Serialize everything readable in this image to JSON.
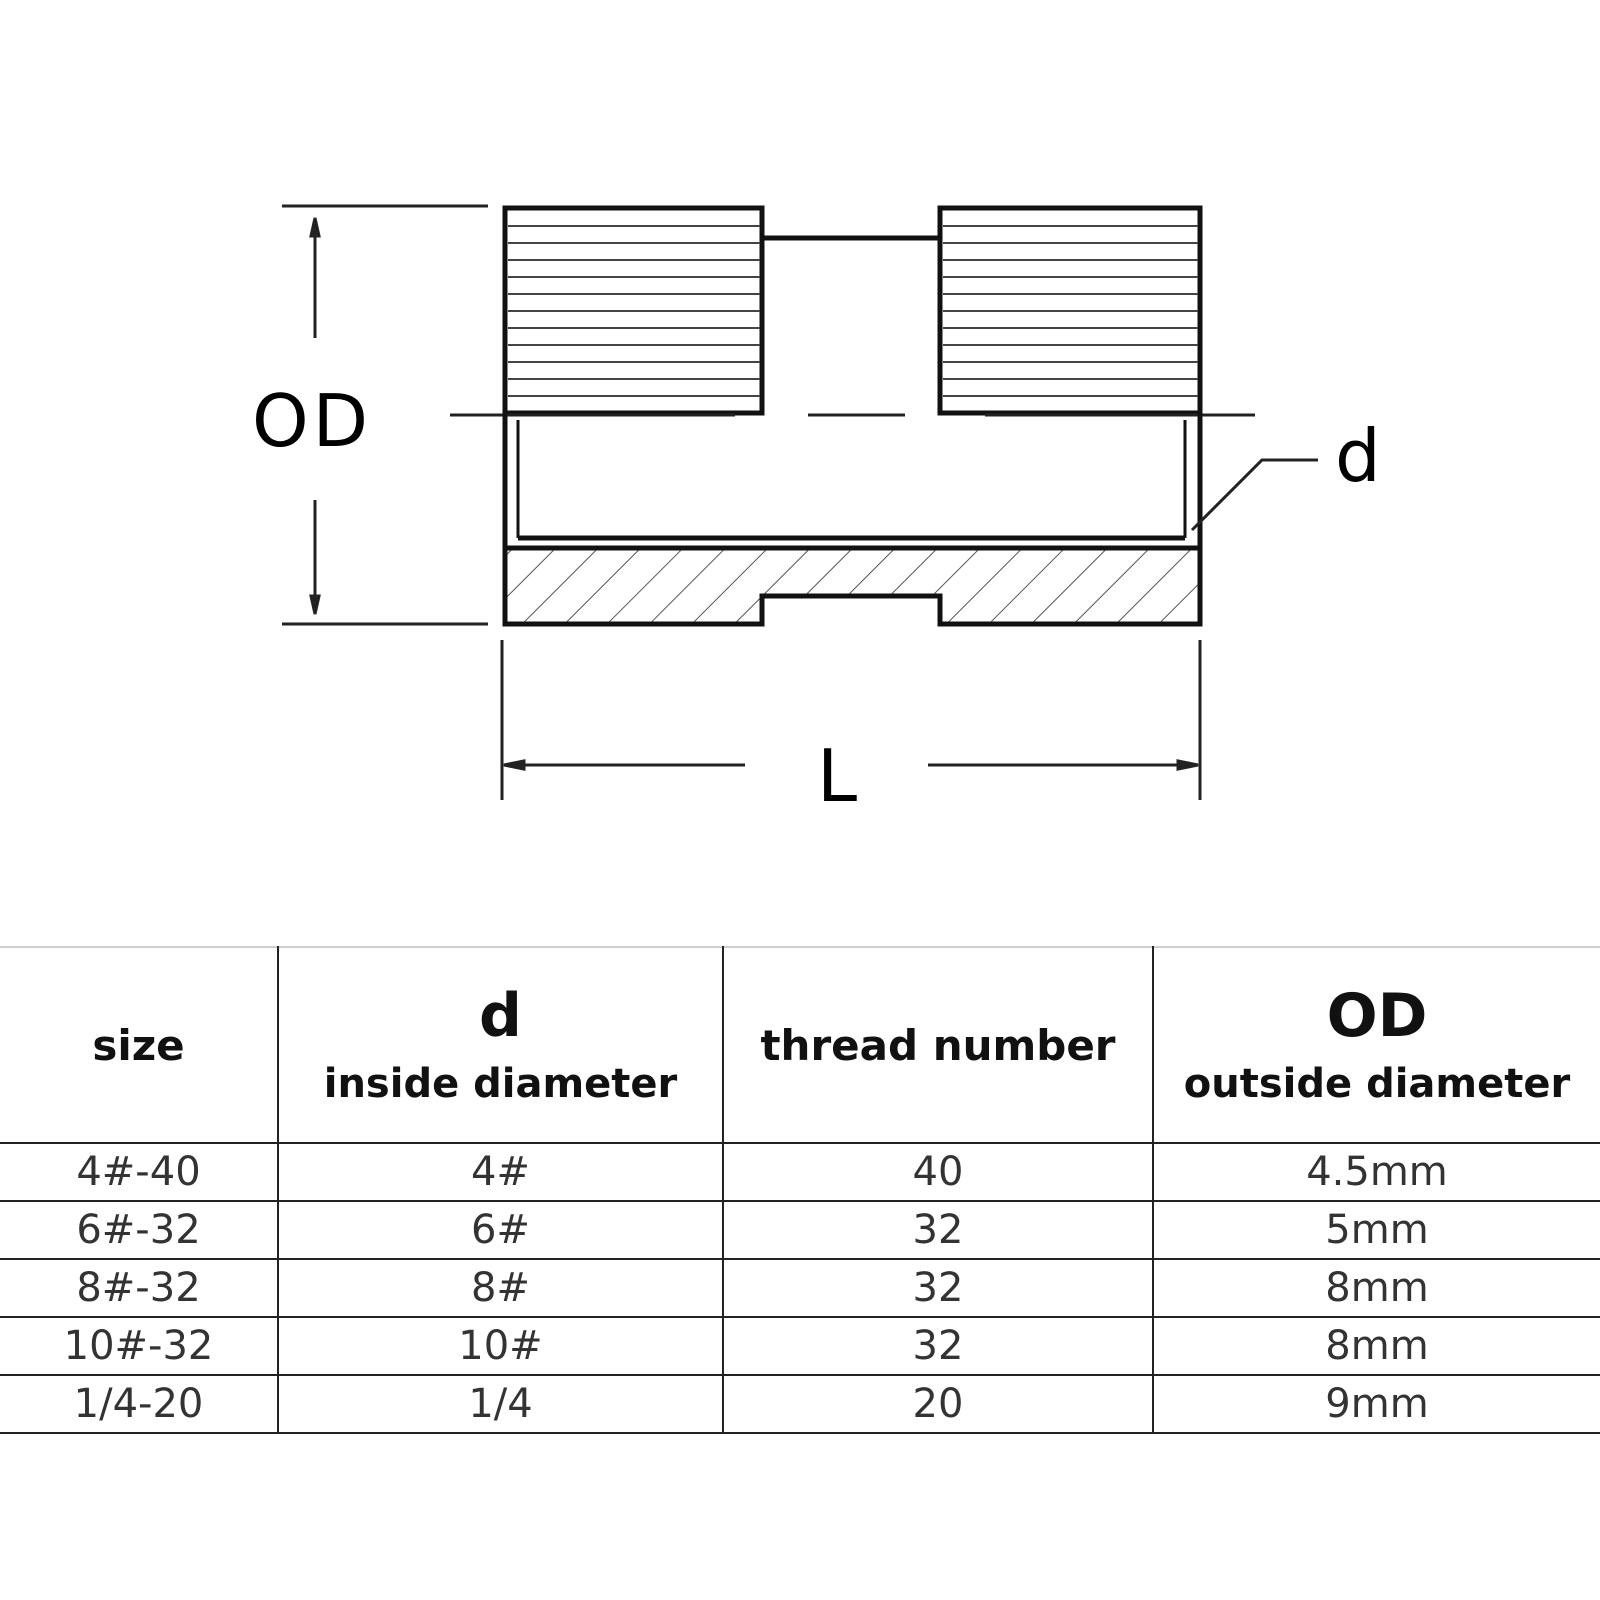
{
  "labels": {
    "od": "OD",
    "d": "d",
    "l": "L"
  },
  "table": {
    "headers": [
      {
        "main": "size",
        "sub": ""
      },
      {
        "main": "d",
        "sub": "inside diameter"
      },
      {
        "main": "thread number",
        "sub": ""
      },
      {
        "main": "OD",
        "sub": "outside diameter"
      }
    ],
    "rows": [
      [
        "4#-40",
        "4#",
        "40",
        "4.5mm"
      ],
      [
        "6#-32",
        "6#",
        "32",
        "5mm"
      ],
      [
        "8#-32",
        "8#",
        "32",
        "8mm"
      ],
      [
        "10#-32",
        "10#",
        "32",
        "8mm"
      ],
      [
        "1/4-20",
        "1/4",
        "20",
        "9mm"
      ]
    ]
  }
}
